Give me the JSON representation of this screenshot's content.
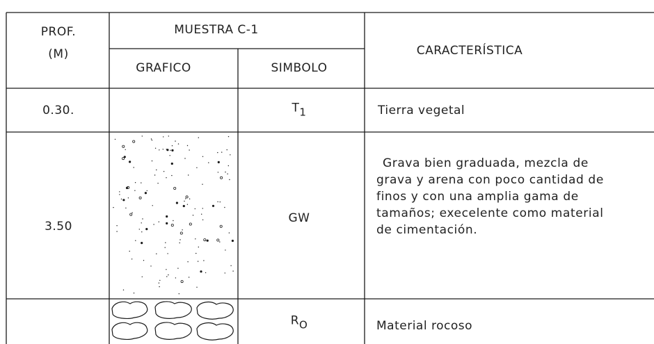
{
  "header": {
    "prof_line1": "PROF.",
    "prof_line2": "(M)",
    "sample": "MUESTRA C-1",
    "graphic": "GRAFICO",
    "symbol": "SIMBOLO",
    "characteristic": "CARACTERÍSTICA"
  },
  "rows": [
    {
      "depth": "0.30.",
      "symbol_base": "T",
      "symbol_sub": "1",
      "description": "Tierra vegetal"
    },
    {
      "depth": "3.50",
      "symbol": "GW",
      "description_lines": [
        "Grava bien graduada, mezcla de",
        "grava y arena con poco cantidad de",
        "finos y con una amplia gama de",
        "tamaños; execelente como material",
        "de cimentación."
      ],
      "pattern": "gravel-dots"
    },
    {
      "depth": "",
      "symbol_base": "R",
      "symbol_sub": "O",
      "description": "Material rocoso",
      "pattern": "rock-blobs"
    }
  ],
  "colors": {
    "lines": "#1a1a1a",
    "text": "#222222",
    "background": "#ffffff"
  }
}
